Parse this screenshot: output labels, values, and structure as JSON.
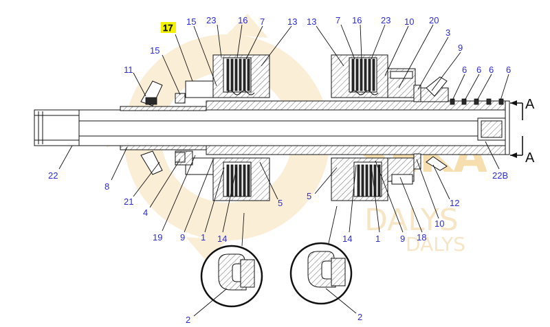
{
  "watermark": {
    "brand": "SEKA",
    "sub1": "DALYS",
    "sub2": "DALYS"
  },
  "callouts": {
    "c17": "17",
    "c15a": "15",
    "c15b": "15",
    "c23a": "23",
    "c16a": "16",
    "c7a": "7",
    "c13a": "13",
    "c13b": "13",
    "c7b": "7",
    "c16b": "16",
    "c23b": "23",
    "c10a": "10",
    "c20": "20",
    "c3": "3",
    "c9a": "9",
    "c6a": "6",
    "c6b": "6",
    "c6c": "6",
    "c6d": "6",
    "c11": "11",
    "c22": "22",
    "c8": "8",
    "c21": "21",
    "c4": "4",
    "c19": "19",
    "c9b": "9",
    "c1a": "1",
    "c14a": "14",
    "c5a": "5",
    "c5b": "5",
    "c14b": "14",
    "c1b": "1",
    "c9c": "9",
    "c18": "18",
    "c10b": "10",
    "c12": "12",
    "c22B": "22B",
    "c2a": "2",
    "c2b": "2"
  },
  "section": {
    "top": "A",
    "bottom": "A"
  },
  "colors": {
    "callout": "#2b2bd6",
    "highlight": "#f2f200",
    "watermark": "#f6d9a0"
  }
}
